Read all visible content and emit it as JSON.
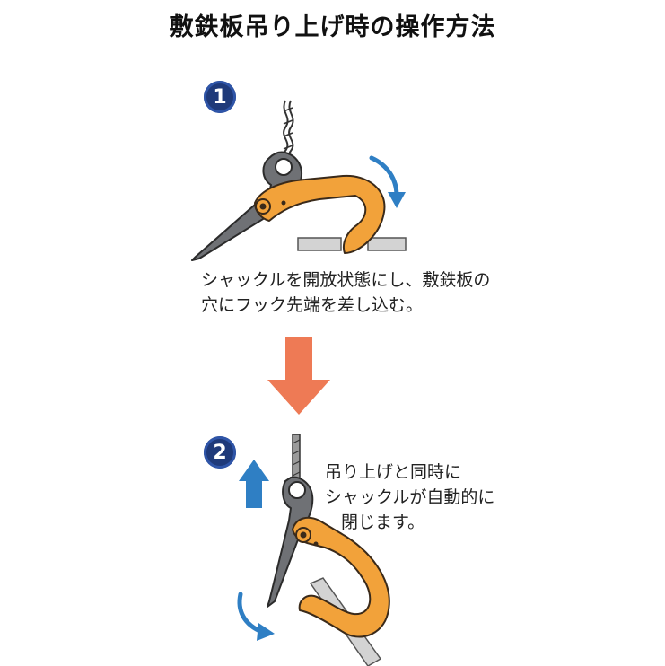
{
  "title": "敷鉄板吊り上げ時の操作方法",
  "steps": [
    {
      "number": "1",
      "caption_lines": [
        "シャックルを開放状態にし、敷鉄板の",
        "穴にフック先端を差し込む。"
      ]
    },
    {
      "number": "2",
      "caption_lines": [
        "吊り上げと同時に",
        "シャックルが自動的に",
        "閉じます。"
      ]
    }
  ],
  "colors": {
    "hook_orange": "#f2a23a",
    "hook_outline": "#3a2a1a",
    "gray_metal": "#6d6f73",
    "arrow_blue": "#2f7fc4",
    "arrow_down_orange": "#ee7a55",
    "badge_navy": "#1f3a7a",
    "plate_gray": "#cfcfcf"
  },
  "icons": [
    "chain-rope-icon",
    "wire-rope-icon",
    "curved-arrow-icon",
    "down-arrow-icon",
    "up-arrow-icon"
  ]
}
